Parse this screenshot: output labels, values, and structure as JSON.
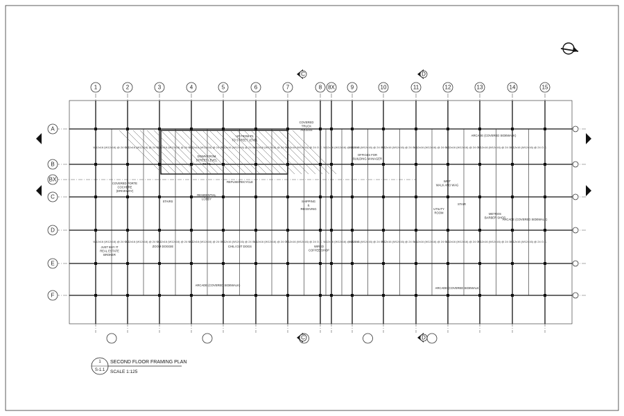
{
  "drawing": {
    "title": "SECOND FLOOR FRAMING PLAN",
    "scale": "SCALE   1:125",
    "detail_number": "1",
    "sheet_number": "S-1.1"
  },
  "grids": {
    "columns": [
      "1",
      "2",
      "3",
      "4",
      "5",
      "6",
      "7",
      "8",
      "8X",
      "9",
      "10",
      "11",
      "12",
      "13",
      "14",
      "15"
    ],
    "rows": [
      "A",
      "B",
      "C",
      "D",
      "E",
      "F"
    ],
    "row_marker_bx": "BX"
  },
  "section_markers": [
    "C",
    "D"
  ],
  "rooms": [
    {
      "id": "covered-porte-cochere",
      "lines": [
        "COVERED PORTE",
        "COCHERE",
        "(DRIVEWAY)"
      ]
    },
    {
      "id": "up-from-street",
      "lines": [
        "UP FROM P1",
        "TO STREET LEVEL"
      ]
    },
    {
      "id": "down-from-street",
      "lines": [
        "DOWN FROM",
        "STREET LEVEL",
        "TO P1"
      ]
    },
    {
      "id": "residential-lobby",
      "lines": [
        "RESIDENTIAL",
        "LOBBY"
      ]
    },
    {
      "id": "refuse-recycle",
      "lines": [
        "REFUSE/RECYCLE"
      ]
    },
    {
      "id": "covered-truck",
      "lines": [
        "COVERED",
        "TRUCK",
        "ACCESS"
      ]
    },
    {
      "id": "shipping-receiving",
      "lines": [
        "SHIPPING",
        "&",
        "RECEIVING"
      ]
    },
    {
      "id": "stairs",
      "lines": [
        "STAIRS"
      ]
    },
    {
      "id": "offices-building-manager",
      "lines": [
        "OFFICES FOR",
        "BUILDING MANAGER"
      ]
    },
    {
      "id": "real-estate-broker",
      "lines": [
        "JUST BUY IT",
        "REAL ESTATE",
        "BROKER"
      ]
    },
    {
      "id": "zoom-doggie",
      "lines": [
        "ZOOM DOGGIE"
      ]
    },
    {
      "id": "chili-cut-dogs",
      "lines": [
        "CHILI CUT DOGS"
      ]
    },
    {
      "id": "wired-coffee-shop",
      "lines": [
        "WIRED",
        "COFFEE SHOP"
      ]
    },
    {
      "id": "arcade-covered-sidewalk-bottom",
      "lines": [
        "ARCADE (COVERED SIDEWALK)"
      ]
    },
    {
      "id": "arcade-covered-sidewalk-top",
      "lines": [
        "ARCADE (COVERED SIDEWALK)"
      ]
    },
    {
      "id": "arcade-covered-sidewalk-right",
      "lines": [
        "ARCADE (COVERED SIDEWALK)"
      ]
    },
    {
      "id": "arcade-covered-sidewalk-bottom-right",
      "lines": [
        "ARCADE (COVERED SIDEWALK)"
      ]
    },
    {
      "id": "wfit-walk-and-wag",
      "lines": [
        "WFIT",
        "WALK AND WAG"
      ]
    },
    {
      "id": "utility-room",
      "lines": [
        "UTILITY",
        "ROOM"
      ]
    },
    {
      "id": "metros-barber-shop",
      "lines": [
        "METROS",
        "BARBER SHOP"
      ]
    },
    {
      "id": "stair-right",
      "lines": [
        "STAIR"
      ]
    }
  ],
  "beam_note": "W12x16 (W12x16) @ 24 O.C."
}
